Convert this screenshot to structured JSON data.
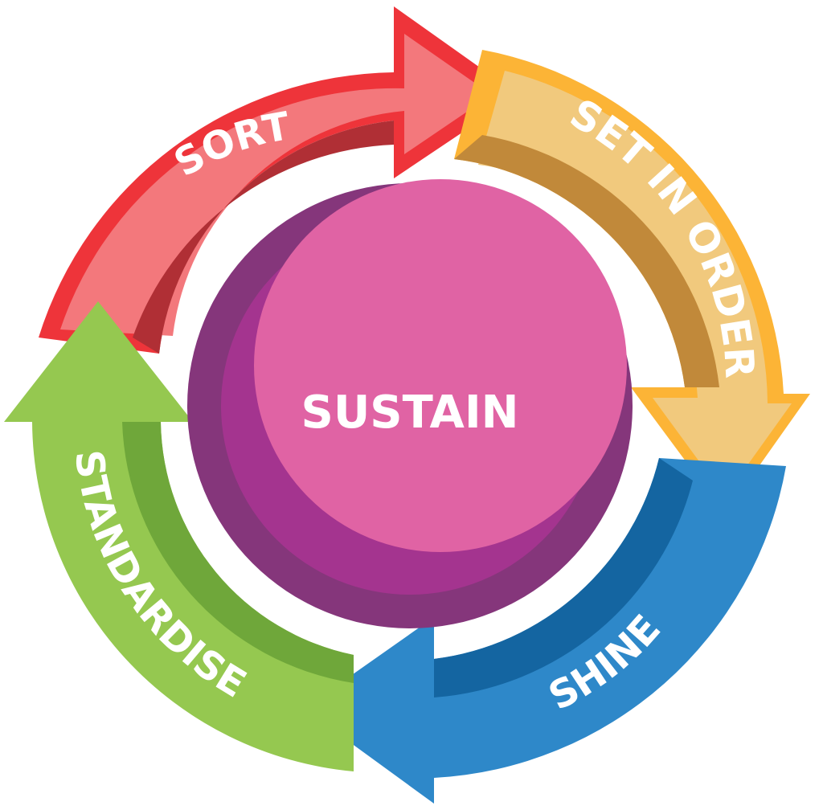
{
  "diagram": {
    "center": {
      "label": "SUSTAIN",
      "colors": {
        "fill": "#E063A4",
        "ring": "#85367B",
        "shade": "#A4348F"
      }
    },
    "steps": [
      {
        "id": "sort",
        "label": "SORT",
        "colors": {
          "outline": "#EE343A",
          "body": "#F3787C",
          "inner": "#B02F35"
        }
      },
      {
        "id": "set-in-order",
        "label": "SET IN ORDER",
        "colors": {
          "outline": "#FCB436",
          "body": "#F1C97D",
          "inner": "#C1893A"
        }
      },
      {
        "id": "shine",
        "label": "SHINE",
        "colors": {
          "outline": "#2E88C9",
          "body": "#2E88C9",
          "inner": "#1465A1"
        }
      },
      {
        "id": "standardise",
        "label": "STANDARDISE",
        "colors": {
          "outline": "#93C84B",
          "body": "#95C850",
          "inner": "#6FA73A"
        }
      }
    ]
  }
}
